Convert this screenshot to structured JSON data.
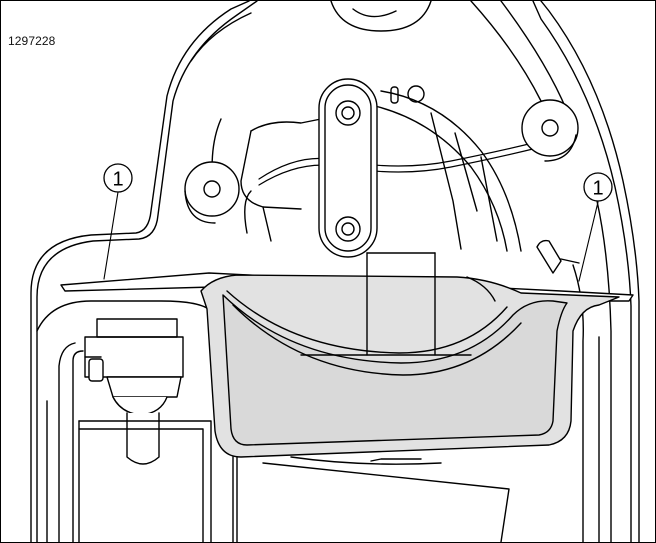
{
  "figure": {
    "id": "1297228"
  },
  "callouts": [
    {
      "label": "1"
    },
    {
      "label": "1"
    }
  ],
  "colors": {
    "line": "#000000",
    "pan_fill": "#e2e2e2",
    "pan_inner_fill": "#d9d9d9",
    "background": "#ffffff"
  }
}
